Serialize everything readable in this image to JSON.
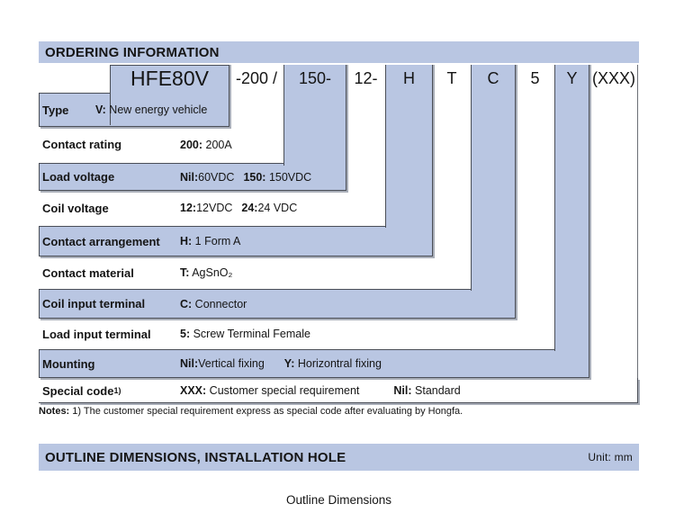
{
  "colors": {
    "section_bar_blue": "#b9c6e2",
    "box_blue": "#b9c6e2",
    "box_border": "#4a4e57",
    "box_shadow_gray": "#a9aeb8",
    "text": "#151515"
  },
  "ordering_section": {
    "title": "ORDERING INFORMATION"
  },
  "part_number": {
    "segments": [
      "HFE80V",
      "-200 /",
      "150-",
      "12-",
      "H",
      "T",
      "C",
      "5",
      "Y",
      "(XXX)"
    ]
  },
  "rows": [
    {
      "label": "Type",
      "pairs": [
        {
          "code": "V:",
          "desc": " New energy vehicle"
        }
      ]
    },
    {
      "label": "Contact rating",
      "pairs": [
        {
          "code": "200:",
          "desc": " 200A"
        }
      ]
    },
    {
      "label": "Load voltage",
      "pairs": [
        {
          "code": "Nil:",
          "desc": "60VDC"
        },
        {
          "code": "150:",
          "desc": " 150VDC"
        }
      ]
    },
    {
      "label": "Coil voltage",
      "pairs": [
        {
          "code": "12:",
          "desc": "12VDC"
        },
        {
          "code": "24:",
          "desc": "24 VDC"
        }
      ]
    },
    {
      "label": "Contact arrangement",
      "pairs": [
        {
          "code": "H:",
          "desc": " 1 Form A"
        }
      ]
    },
    {
      "label": "Contact material",
      "pairs": [
        {
          "code": "T:",
          "desc": " AgSnO₂"
        }
      ]
    },
    {
      "label": "Coil input terminal",
      "pairs": [
        {
          "code": "C:",
          "desc": " Connector"
        }
      ]
    },
    {
      "label": "Load input terminal",
      "pairs": [
        {
          "code": "5:",
          "desc": " Screw Terminal Female"
        }
      ]
    },
    {
      "label": "Mounting",
      "pairs": [
        {
          "code": "Nil:",
          "desc": "Vertical fixing"
        },
        {
          "code": "Y:",
          "desc": " Horizontral fixing"
        }
      ]
    },
    {
      "label": "Special code",
      "label_sup": "1)",
      "pairs": [
        {
          "code": "XXX:",
          "desc": " Customer special requirement"
        },
        {
          "code": "Nil:",
          "desc": " Standard"
        }
      ]
    }
  ],
  "notes": {
    "prefix": "Notes:",
    "text": " 1) The customer special requirement express as special code after evaluating by Hongfa."
  },
  "outline_section": {
    "title": "OUTLINE DIMENSIONS, INSTALLATION HOLE",
    "unit": "Unit: mm",
    "caption": "Outline Dimensions"
  }
}
